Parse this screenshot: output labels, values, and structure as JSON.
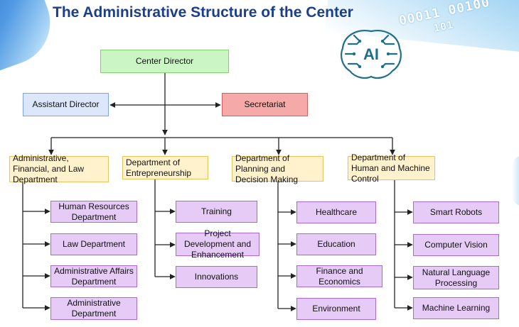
{
  "title": "The Administrative Structure of the Center",
  "logo_text": "AI",
  "binary_text": [
    "00011 00100",
    "101"
  ],
  "top": {
    "director": "Center Director",
    "assistant": "Assistant Director",
    "secretariat": "Secretariat"
  },
  "departments": [
    {
      "label": "Administrative, Financial, and Law Department",
      "units": [
        "Human Resources Department",
        "Law Department",
        "Administrative Affairs Department",
        "Administrative Department"
      ]
    },
    {
      "label": "Department of Entrepreneurship",
      "units": [
        "Training",
        "Project Development and Enhancement",
        "Innovations"
      ]
    },
    {
      "label": "Department of Planning and Decision Making",
      "units": [
        "Healthcare",
        "Education",
        "Finance and Economics",
        "Environment"
      ]
    },
    {
      "label": "Department of Human and Machine Control",
      "units": [
        "Smart Robots",
        "Computer Vision",
        "Natural Language Processing",
        "Machine Learning"
      ]
    }
  ],
  "colors": {
    "title": "#1b3f8c",
    "director": "#ccf5c6",
    "assistant": "#dde7fb",
    "secretariat": "#f6a9a9",
    "department": "#fff2cc",
    "unit": "#e5cbf6",
    "logo": "#1f6f8b"
  }
}
